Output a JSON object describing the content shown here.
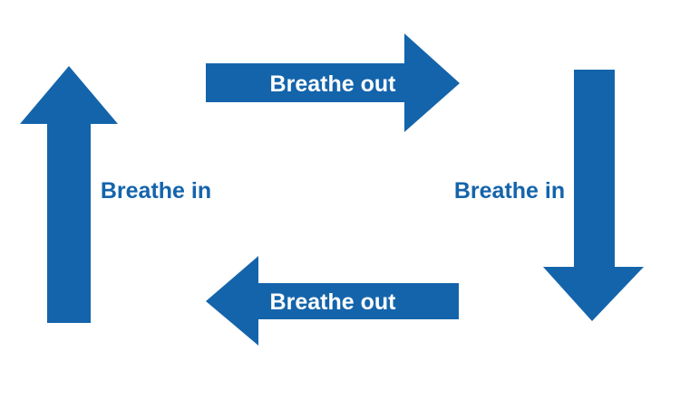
{
  "diagram": {
    "name": "breathing-cycle-diagram",
    "description": "Four blue arrows forming a clockwise breathing cycle",
    "labels": {
      "breathe_in_left": "Breathe in",
      "breathe_out_top": "Breathe out",
      "breathe_in_right": "Breathe in",
      "breathe_out_bottom": "Breathe out"
    },
    "arrows": [
      {
        "position": "left",
        "direction": "up",
        "label": "Breathe in"
      },
      {
        "position": "top",
        "direction": "right",
        "label": "Breathe out"
      },
      {
        "position": "right",
        "direction": "down",
        "label": "Breathe in"
      },
      {
        "position": "bottom",
        "direction": "left",
        "label": "Breathe out"
      }
    ]
  },
  "colors": {
    "arrow_blue": "#1464ab",
    "label_blue": "#1464ab",
    "label_on_arrow": "#ffffff",
    "background": "#ffffff"
  }
}
